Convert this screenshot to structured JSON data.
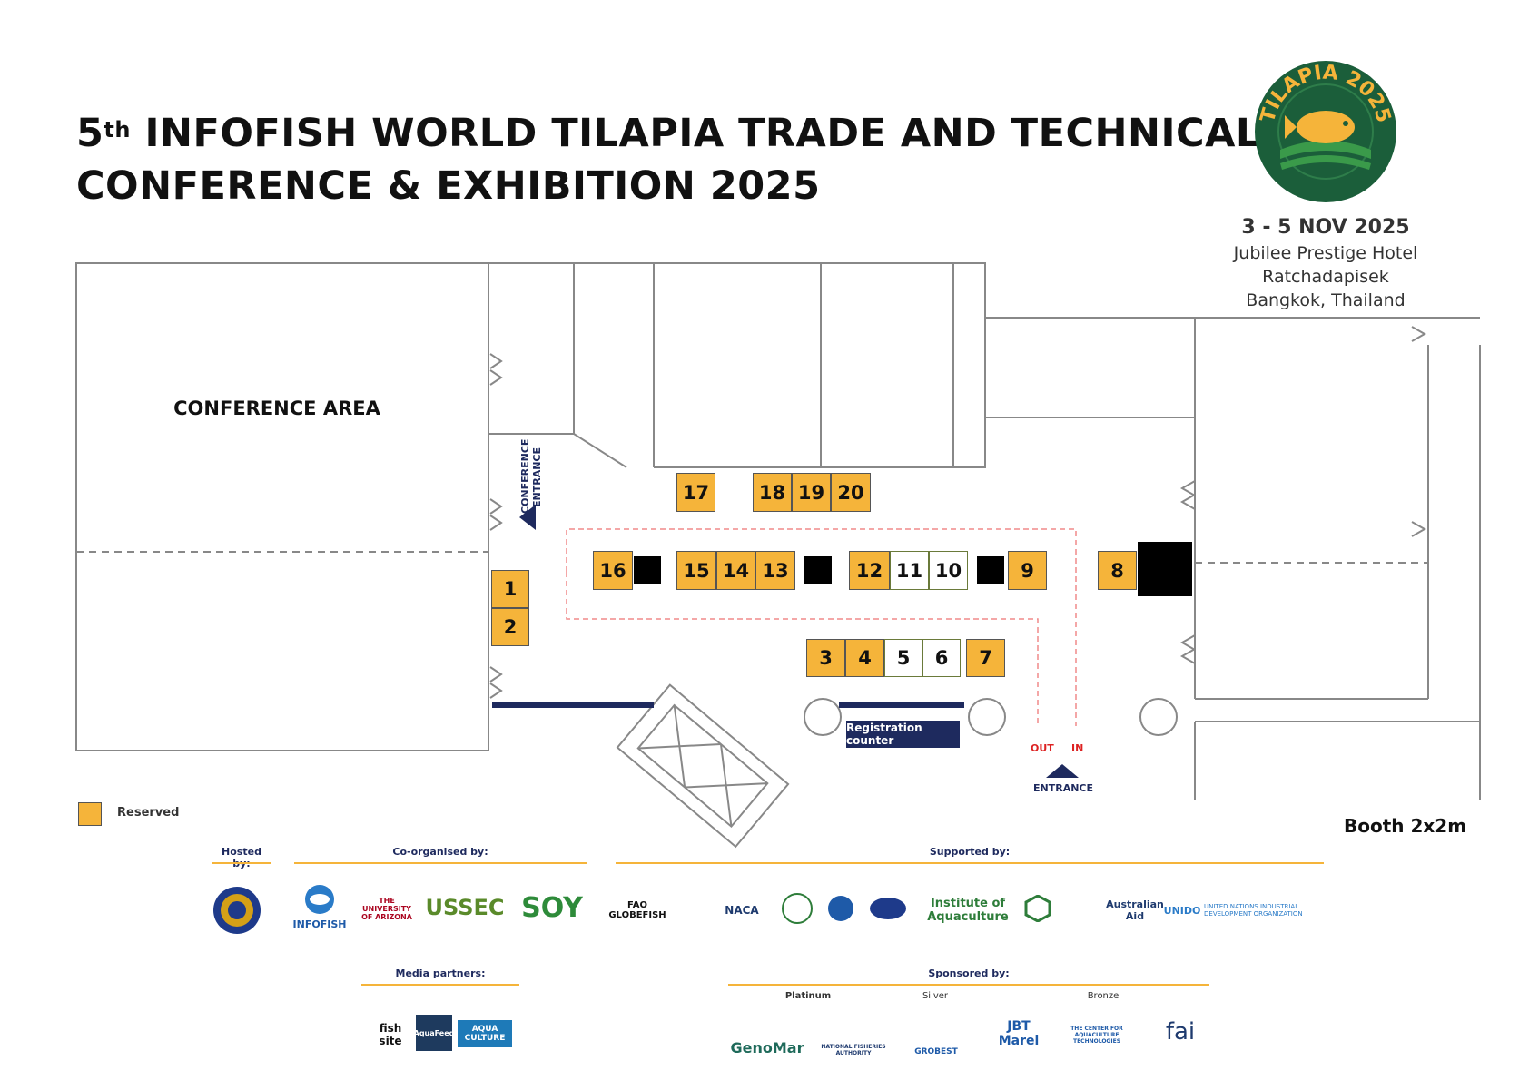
{
  "title": {
    "line1_prefix": "5",
    "line1_sup": "th",
    "line1_rest": " INFOFISH WORLD TILAPIA TRADE AND TECHNICAL",
    "line2": "CONFERENCE & EXHIBITION 2025"
  },
  "logo": {
    "text": "TILAPIA 2025",
    "colors": {
      "ring": "#1B5E3A",
      "accent": "#F5B43A"
    }
  },
  "event": {
    "date": "3 - 5 NOV 2025",
    "venue": "Jubilee Prestige Hotel",
    "area": "Ratchadapisek",
    "city": "Bangkok, Thailand"
  },
  "floorplan": {
    "conference_area": "CONFERENCE AREA",
    "conference_entrance_1": "CONFERENCE",
    "conference_entrance_2": "ENTRANCE",
    "registration": "Registration counter",
    "out": "OUT",
    "in": "IN",
    "entrance": "ENTRANCE",
    "booths": [
      {
        "id": "1",
        "status": "reserved"
      },
      {
        "id": "2",
        "status": "reserved"
      },
      {
        "id": "3",
        "status": "reserved"
      },
      {
        "id": "4",
        "status": "reserved"
      },
      {
        "id": "5",
        "status": "free"
      },
      {
        "id": "6",
        "status": "free"
      },
      {
        "id": "7",
        "status": "reserved"
      },
      {
        "id": "8",
        "status": "reserved"
      },
      {
        "id": "9",
        "status": "reserved"
      },
      {
        "id": "10",
        "status": "free"
      },
      {
        "id": "11",
        "status": "free"
      },
      {
        "id": "12",
        "status": "reserved"
      },
      {
        "id": "13",
        "status": "reserved"
      },
      {
        "id": "14",
        "status": "reserved"
      },
      {
        "id": "15",
        "status": "reserved"
      },
      {
        "id": "16",
        "status": "reserved"
      },
      {
        "id": "17",
        "status": "reserved"
      },
      {
        "id": "18",
        "status": "reserved"
      },
      {
        "id": "19",
        "status": "reserved"
      },
      {
        "id": "20",
        "status": "reserved"
      }
    ],
    "colors": {
      "reserved": "#F5B43A",
      "navy": "#1e2a5e",
      "flow": "#f08a8a"
    }
  },
  "legend": {
    "reserved": "Reserved",
    "booth_size": "Booth 2x2m"
  },
  "partners": {
    "hosted_by": "Hosted by:",
    "co_organised_by": "Co-organised by:",
    "supported_by": "Supported by:",
    "media_partners": "Media partners:",
    "sponsored_by": "Sponsored by:",
    "platinum": "Platinum",
    "silver": "Silver",
    "bronze": "Bronze",
    "co_organisers": [
      "INFOFISH",
      "THE UNIVERSITY OF ARIZONA",
      "USSEC",
      "SOY"
    ],
    "supporters": [
      "FAO GLOBEFISH",
      "NACA",
      "Institute of Aquaculture",
      "Australian Aid",
      "UNIDO",
      "UNITED NATIONS INDUSTRIAL DEVELOPMENT ORGANIZATION"
    ],
    "media": [
      "fish site",
      "AquaFeed",
      "AQUA CULTURE"
    ],
    "sponsors": [
      "GenoMar",
      "NATIONAL FISHERIES AUTHORITY",
      "GROBEST",
      "JBT Marel",
      "THE CENTER FOR AQUACULTURE TECHNOLOGIES",
      "fai"
    ]
  }
}
